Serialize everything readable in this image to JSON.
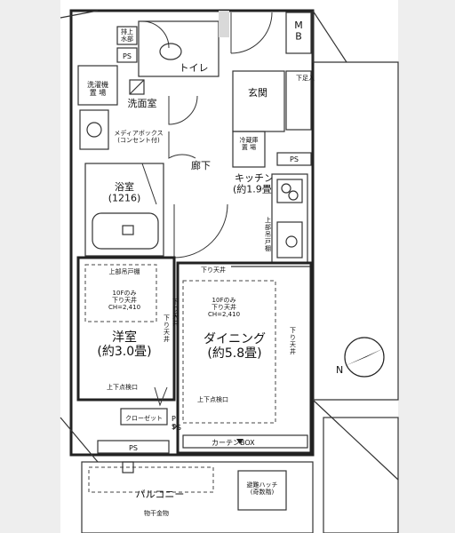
{
  "rooms": {
    "mb": "M\nB",
    "toilet": "トイレ",
    "genkan": "玄関",
    "laundry": "洗濯機\n置 場",
    "senmen": "洗面室",
    "media_box": "メディアボックス\n(コンセント付)",
    "rouka": "廊下",
    "reizouko": "冷蔵庫\n置 場",
    "kitchen": "キッチン\n(約1.9畳)",
    "uwabu_todana_k": "上\n部\n吊\n戸\n棚",
    "yokushitsu": "浴室\n(1216)",
    "uwabu_todana_w": "上部吊戸棚",
    "sagari_10f_w": "10Fのみ\n下り天井\nCH=2,410",
    "sagari_10f_d": "10Fのみ\n下り天井\nCH=2,410",
    "youshitsu": "洋室\n(約3.0畳)",
    "dining": "ダイニング\n(約5.8畳)",
    "closet": "クローゼット",
    "balcony": "バルコニー",
    "monohoshi": "物干金物",
    "hinan": "避難ハッチ\n(奇数階)",
    "curtain_box": "カーテンBOX",
    "getabako": "下足入",
    "jouge_ten1": "上下点検口",
    "jouge_ten2": "上下点検口",
    "sagari_tenjo": "下り天井",
    "sagari_tenjo_v": "下\nり\n天\n井",
    "sagari_tenjo_v2": "下\nり\n天\n井",
    "sagari_tenjo_v3": "下\nり\n天\n井",
    "ps": "PS",
    "ps2": "PS",
    "ps3": "PS",
    "ps4": "PS",
    "ps5": "P\nS",
    "setsubi": "排上\n水部",
    "compass_n": "N"
  }
}
